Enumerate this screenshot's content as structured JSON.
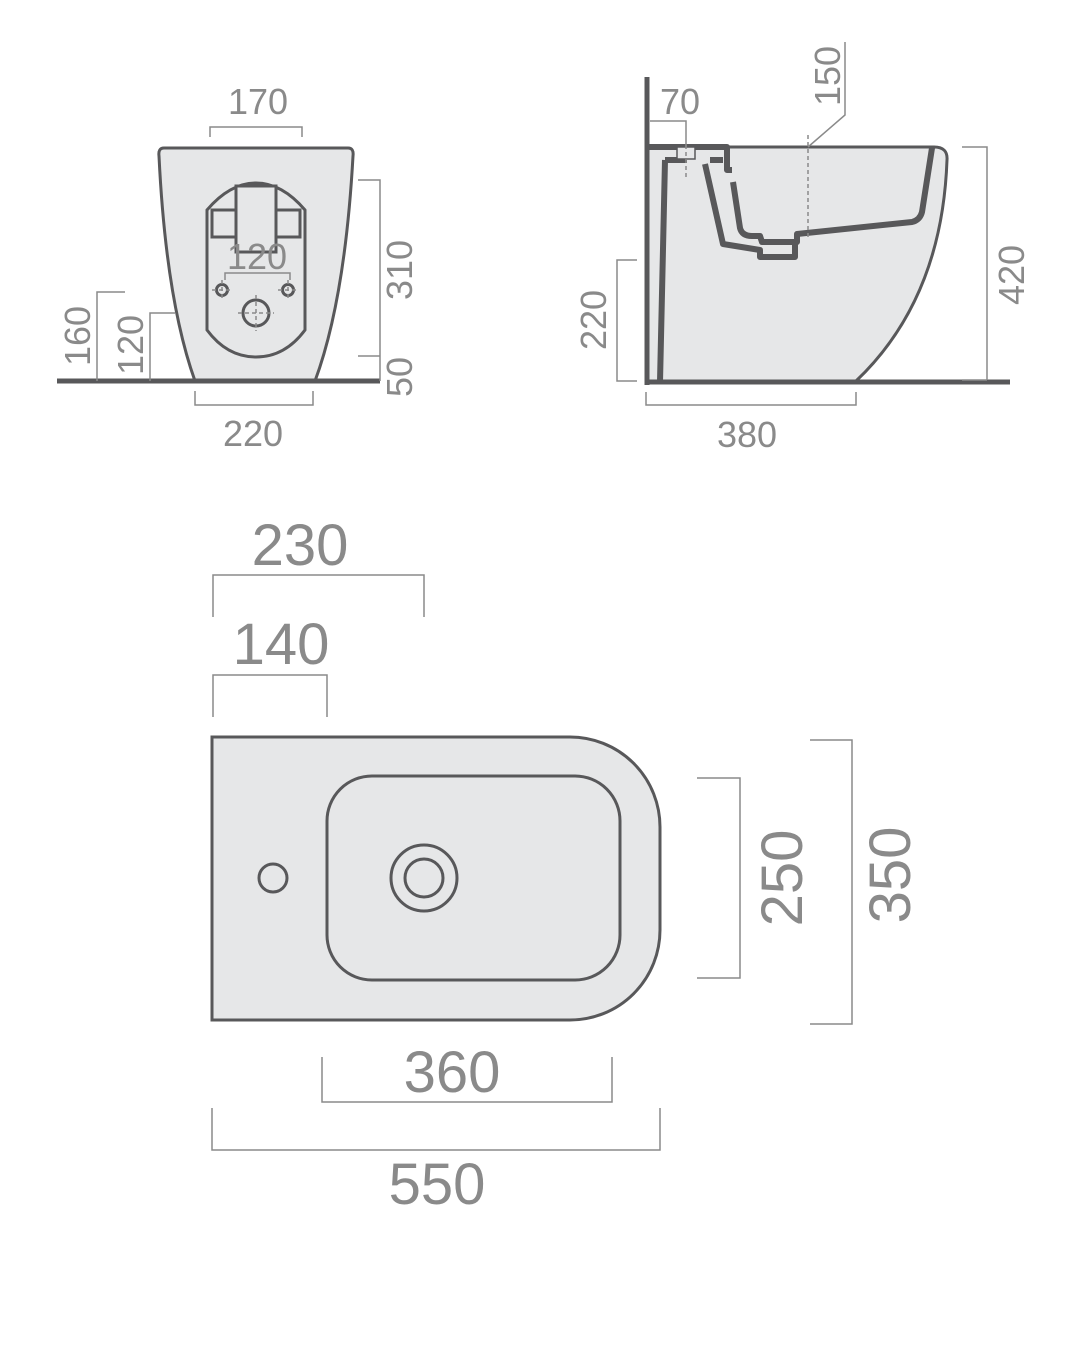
{
  "front_view": {
    "top_width": "170",
    "inlet_spacing": "120",
    "height_upper": "310",
    "height_lower": "50",
    "left_height_outer": "160",
    "left_height_inner": "120",
    "base_width": "220"
  },
  "side_view": {
    "inlet_offset": "70",
    "drain_offset": "150",
    "total_height": "420",
    "drain_height": "220",
    "depth_base": "380"
  },
  "top_view": {
    "drain_from_back": "230",
    "tap_from_back": "140",
    "bowl_width": "250",
    "total_width": "350",
    "bowl_length": "360",
    "total_length": "550"
  },
  "colors": {
    "fill": "#e6e7e8",
    "outline": "#58585a",
    "dimension": "#8a8a8a"
  }
}
